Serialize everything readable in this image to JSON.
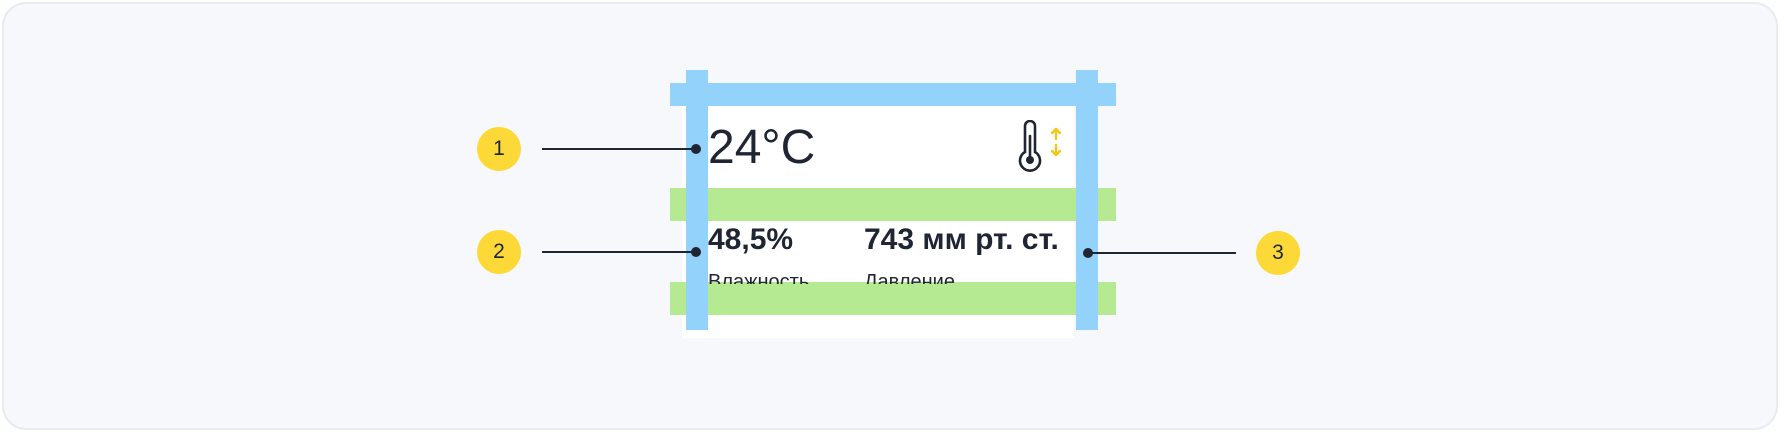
{
  "widget": {
    "temperature": "24°C",
    "humidity_value": "48,5%",
    "humidity_label": "Влажность",
    "pressure_value": "743 мм рт. ст.",
    "pressure_label": "Давление",
    "icon": "thermometer-icon"
  },
  "callouts": [
    {
      "number": "1",
      "target": "temperature-value"
    },
    {
      "number": "2",
      "target": "humidity-value"
    },
    {
      "number": "3",
      "target": "pressure-value"
    }
  ],
  "colors": {
    "background": "#f7f8fb",
    "frame_border": "#e9ebf0",
    "card": "#ffffff",
    "text": "#1f2533",
    "badge": "#fdd937",
    "guide_vertical": "#93d2fb",
    "guide_horizontal": "#b6ea92",
    "icon_arrows": "#f5c518"
  }
}
